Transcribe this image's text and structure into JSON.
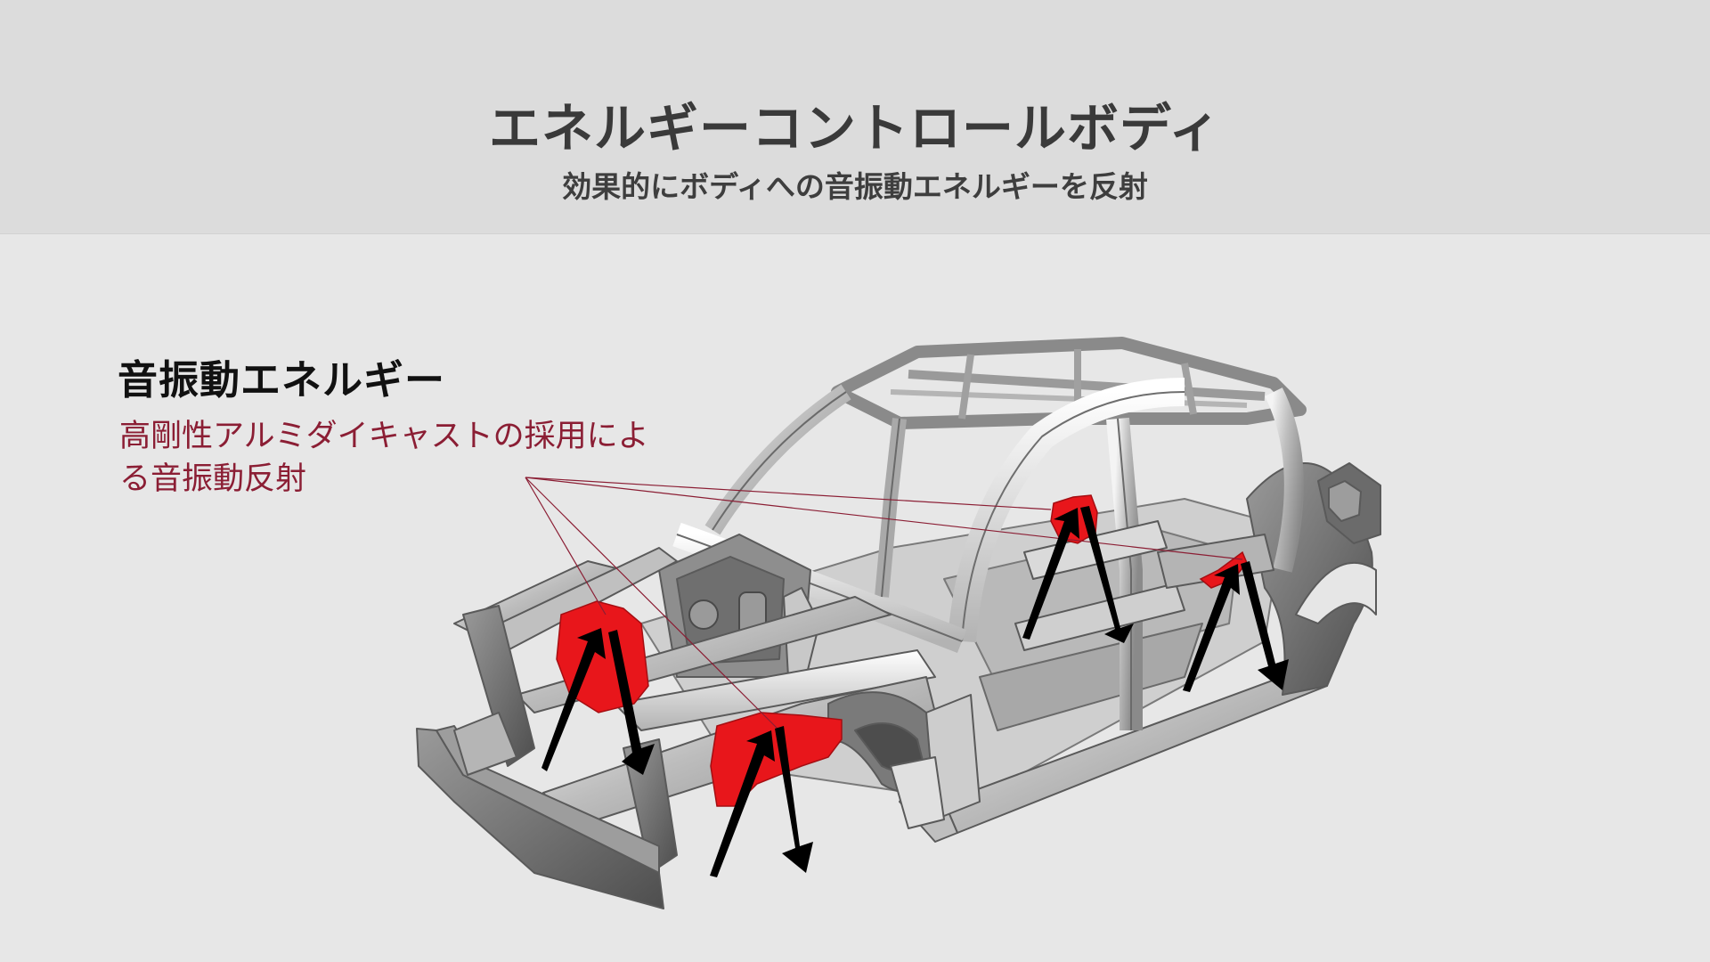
{
  "header": {
    "title": "エネルギーコントロールボディ",
    "subtitle": "効果的にボディへの音振動エネルギーを反射"
  },
  "section": {
    "heading": "音振動エネルギー",
    "description": "高剛性アルミダイキャストの採用による音振動反射"
  },
  "figure": {
    "subject": "car-body-in-white",
    "highlight_color": "#e8161b",
    "arrow_color": "#000000",
    "leader_line_color": "#8b1e34",
    "highlighted_parts_count": 4,
    "arrow_pairs_count": 4
  },
  "colors": {
    "header_bg": "#dcdcdc",
    "body_bg": "#e7e7e7",
    "title_text": "#3a3a3a",
    "heading_text": "#111111",
    "desc_text": "#8b1e34"
  }
}
